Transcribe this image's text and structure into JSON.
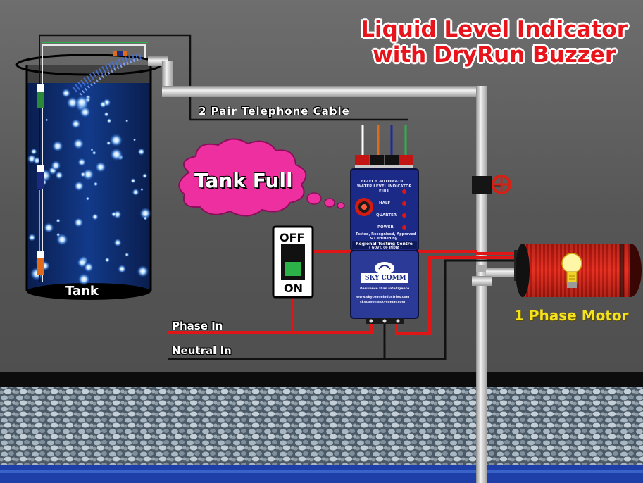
{
  "title": {
    "line1": "Liquid Level Indicator",
    "line2": "with DryRun Buzzer"
  },
  "labels": {
    "cable": "2 Pair Telephone Cable",
    "tank_full": "Tank Full",
    "tank": "Tank",
    "phase_in": "Phase In",
    "neutral_in": "Neutral In",
    "motor": "1 Phase Motor"
  },
  "switch": {
    "off": "OFF",
    "on": "ON"
  },
  "controller": {
    "header1": "HI-TECH AUTOMATIC",
    "header2": "WATER LEVEL INDICATOR",
    "levels": [
      "FULL",
      "HALF",
      "QUARTER",
      "POWER"
    ],
    "approval1": "Tested, Recognised, Approved",
    "approval2": "& Certified by",
    "testing_centre": "Regional Testing Centre",
    "testing_sub": "( GOVT. OF INDIA )",
    "brand": "SKY COMM",
    "tagline": "Resilience than Intelligence",
    "web1": "www.skycommindustries.com",
    "web2": "skycomm@skycomm.com"
  },
  "colors": {
    "title_red": "#e8141b",
    "motor_label": "#f6e21c",
    "cloud": "#ee2fa0",
    "wire_red": "#e01515",
    "wire_black": "#111111",
    "pipe": "#d6d6d6",
    "controller_blue": "#1b2a86",
    "motor_red": "#c21a12"
  }
}
